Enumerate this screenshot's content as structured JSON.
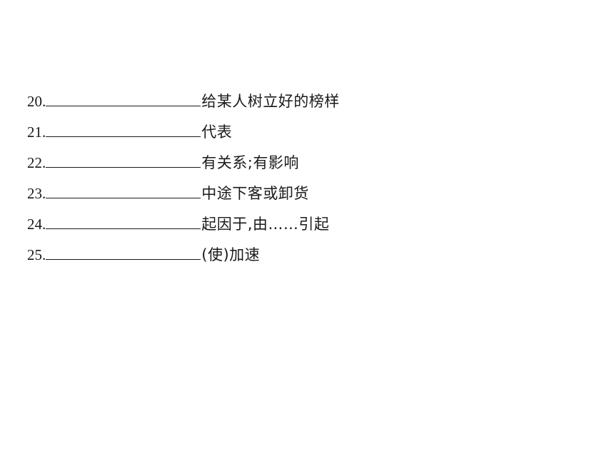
{
  "exercises": [
    {
      "number": "20.",
      "meaning": "给某人树立好的榜样"
    },
    {
      "number": "21.",
      "meaning": "代表"
    },
    {
      "number": "22.",
      "meaning": "有关系;有影响"
    },
    {
      "number": "23.",
      "meaning": "中途下客或卸货"
    },
    {
      "number": "24.",
      "meaning": "起因于,由……引起"
    },
    {
      "number": "25.",
      "meaning": "(使)加速"
    }
  ]
}
